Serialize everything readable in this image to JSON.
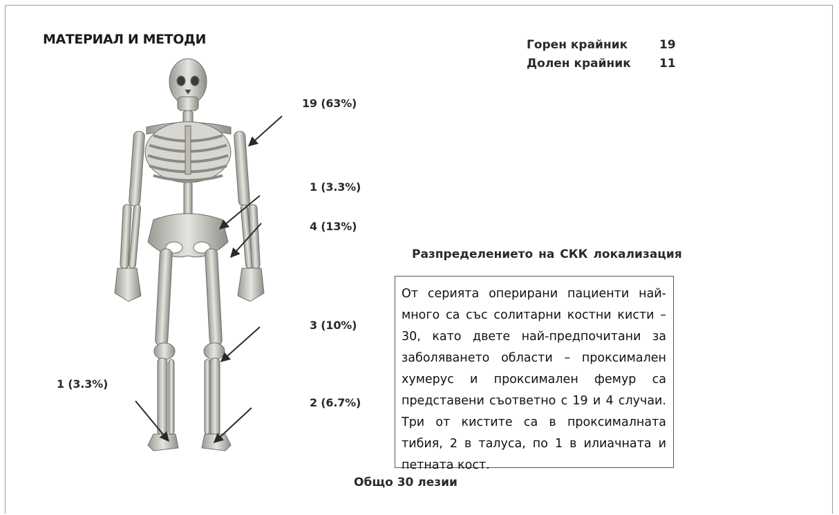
{
  "slide": {
    "title": "МАТЕРИАЛ И МЕТОДИ",
    "stats": [
      {
        "label": "Горен крайник",
        "value": "19"
      },
      {
        "label": "Долен крайник",
        "value": "11"
      }
    ],
    "annotations": {
      "humerus": "19 (63%)",
      "ilium": "1 (3.3%)",
      "femur": "4 (13%)",
      "tibia": "3 (10%)",
      "talus": "2 (6.7%)",
      "calcaneus": "1 (3.3%)"
    },
    "heading": "Разпределението на   СКК   локализация",
    "description": "От серията оперирани пациенти най-много са със солитарни костни кисти – 30, като двете най-предпочитани за заболяването области – проксимален хумерус и проксимален фемур са представени съответно с 19 и 4 случаи. Три от кистите са в проксималната тибия, 2 в талуса, по 1 в илиачната и петната кост.",
    "total": "Общо 30 лезии"
  }
}
